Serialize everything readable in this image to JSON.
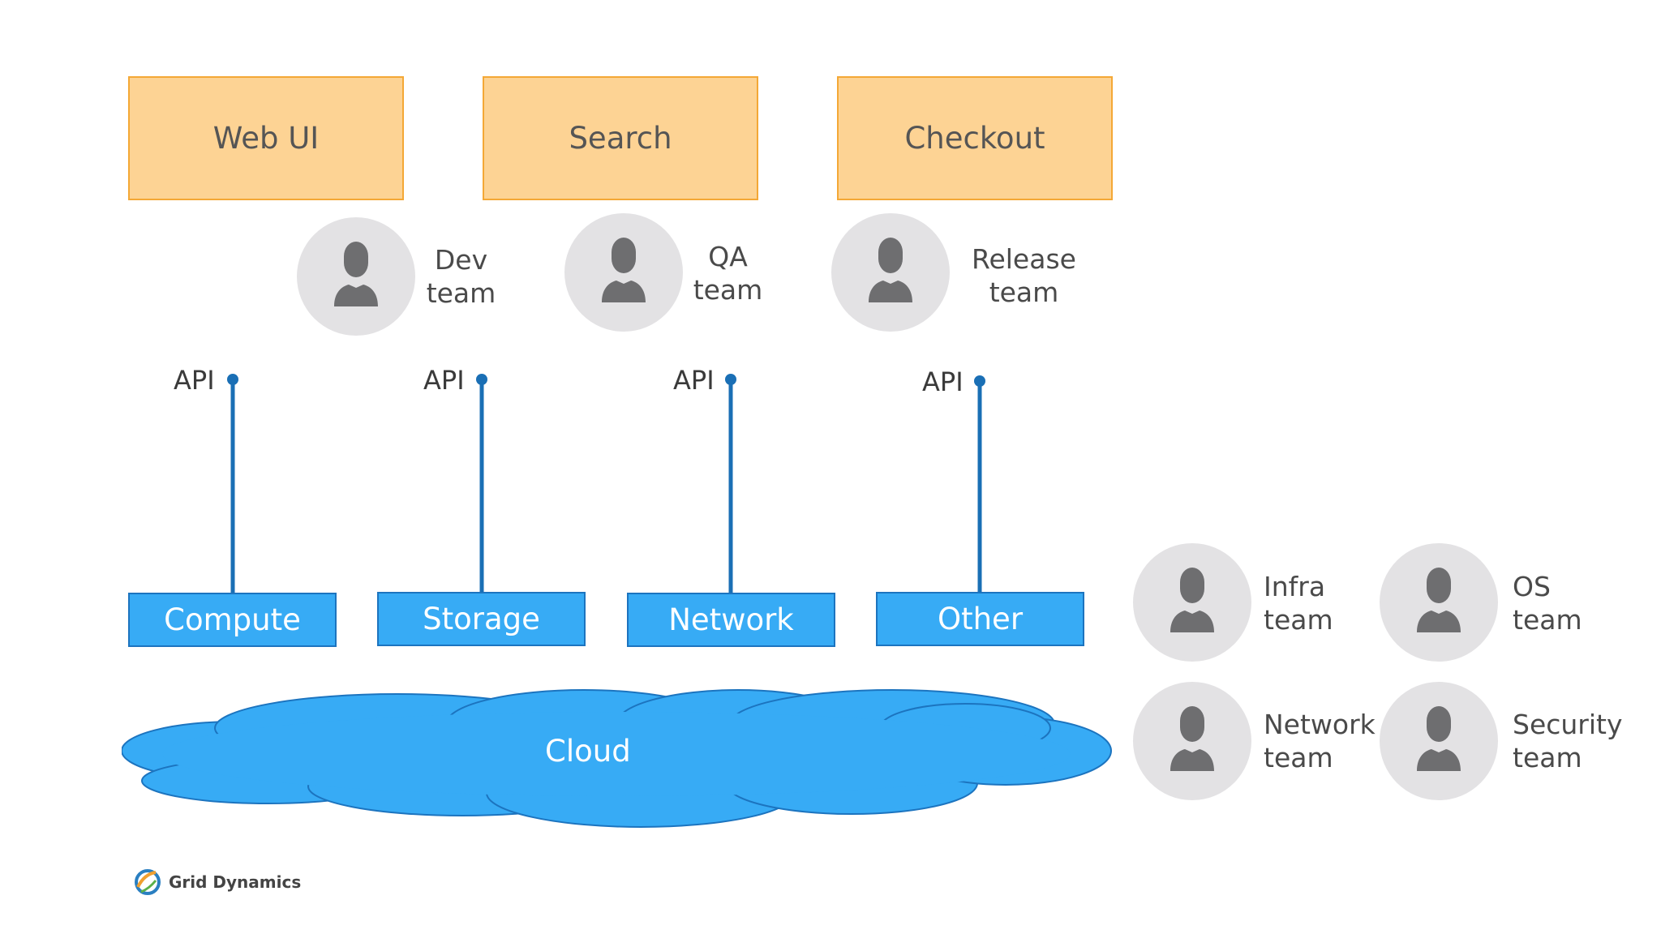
{
  "apps": [
    {
      "label": "Web UI"
    },
    {
      "label": "Search"
    },
    {
      "label": "Checkout"
    }
  ],
  "top_teams": [
    {
      "line1": "Dev",
      "line2": "team"
    },
    {
      "line1": "QA",
      "line2": "team"
    },
    {
      "line1": "Release",
      "line2": "team"
    }
  ],
  "api_label": "API",
  "services": [
    {
      "label": "Compute"
    },
    {
      "label": "Storage"
    },
    {
      "label": "Network"
    },
    {
      "label": "Other"
    }
  ],
  "cloud": {
    "label": "Cloud"
  },
  "infra_teams": [
    {
      "line1": "Infra",
      "line2": "team"
    },
    {
      "line1": "OS",
      "line2": "team"
    },
    {
      "line1": "Network",
      "line2": "team"
    },
    {
      "line1": "Security",
      "line2": "team"
    }
  ],
  "logo": {
    "text": "Grid Dynamics"
  },
  "colors": {
    "app_fill": "#fdd394",
    "app_border": "#f4a836",
    "service_fill": "#37abf5",
    "connector": "#1a6fb5",
    "avatar_bg": "#e3e2e4",
    "avatar_icon": "#6e6e70"
  }
}
